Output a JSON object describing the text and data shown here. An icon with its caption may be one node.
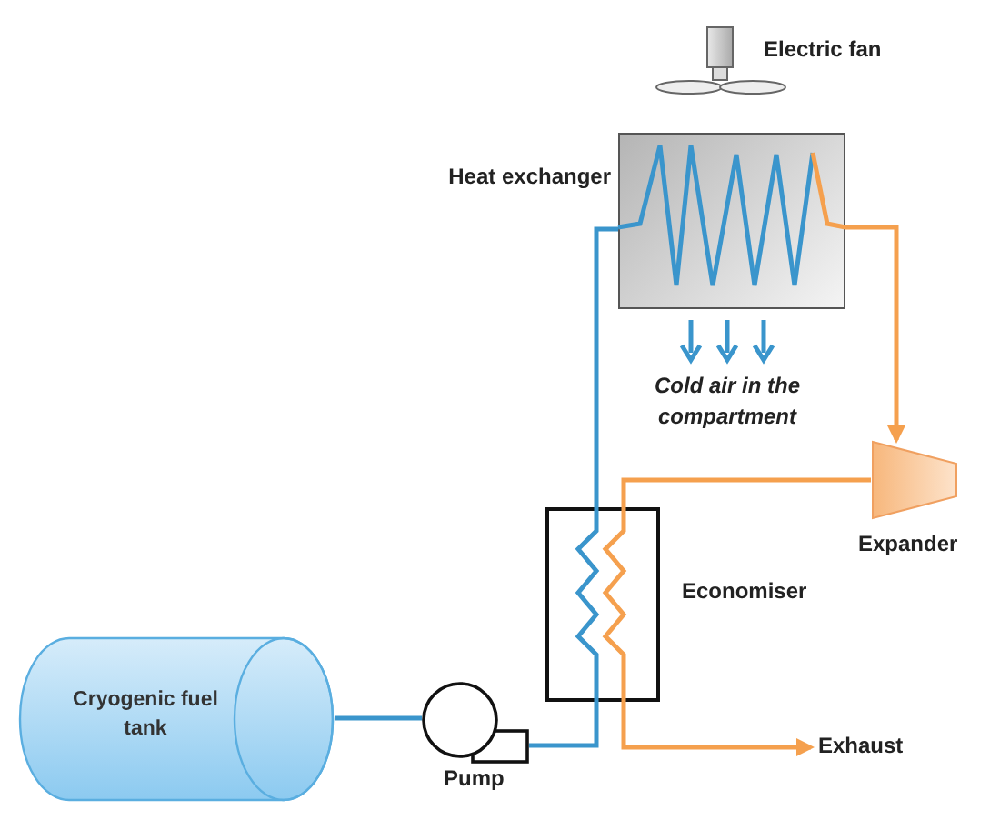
{
  "diagram": {
    "nodes": [
      {
        "text": [
          "Cryogenic fuel tank"
        ]
      },
      {
        "text": [],
        "shape": "circle",
        "beside": [
          "Pump"
        ]
      },
      {
        "text": [],
        "shape": "box",
        "beside": [
          "Economiser"
        ]
      },
      {
        "text": [],
        "shape": "box",
        "beside": [
          "Heat exchanger"
        ]
      },
      {
        "text": [],
        "shape": "trapezoid",
        "beside": [
          "Expander"
        ]
      },
      {
        "text": [
          "Exhaust"
        ]
      }
    ],
    "edges": [
      {
        "from": 0,
        "to": 1,
        "arrow": "none"
      },
      {
        "from": 1,
        "to": 2,
        "arrow": "none"
      },
      {
        "from": 2,
        "to": 3,
        "arrow": "none"
      },
      {
        "from": 3,
        "to": 4,
        "arrow": "to",
        "color": "#f5a04e"
      },
      {
        "from": 4,
        "to": 2,
        "arrow": "none",
        "color": "#f5a04e"
      },
      {
        "from": 2,
        "to": 5,
        "arrow": "to",
        "color": "#f5a04e"
      }
    ],
    "labels": [
      "Electric fan",
      "Cold air in the compartment"
    ]
  }
}
